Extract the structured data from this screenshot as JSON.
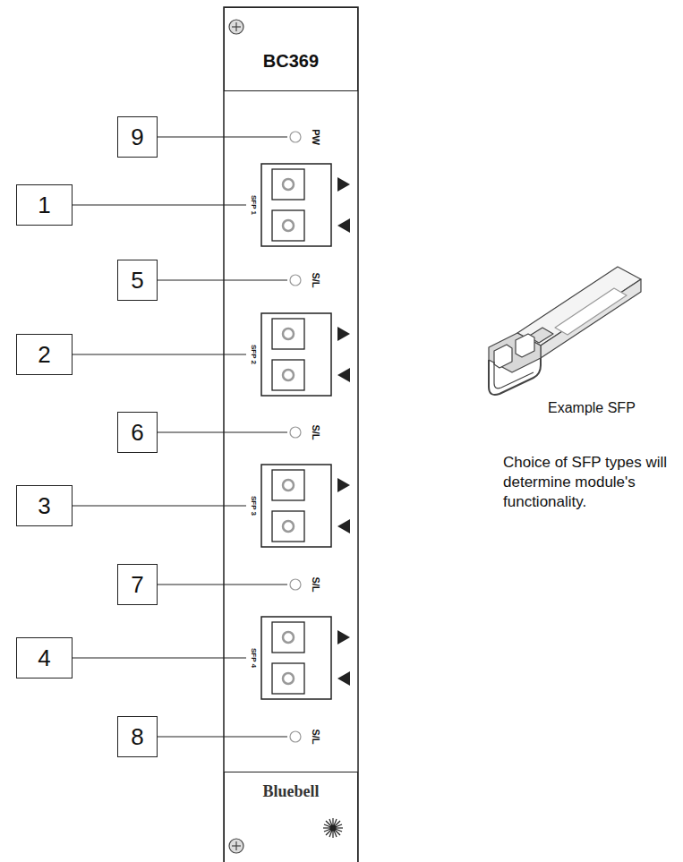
{
  "diagram": {
    "nodes": [
      {
        "text": [
          "BC369"
        ]
      },
      {
        "text": [
          "9"
        ]
      },
      {
        "text": [
          "1"
        ]
      },
      {
        "text": [
          "5"
        ]
      },
      {
        "text": [
          "2"
        ]
      },
      {
        "text": [
          "6"
        ]
      },
      {
        "text": [
          "3"
        ]
      },
      {
        "text": [
          "7"
        ]
      },
      {
        "text": [
          "4"
        ]
      },
      {
        "text": [
          "8"
        ]
      },
      {
        "text": [
          "Bluebell"
        ]
      }
    ],
    "labels": [
      "PW",
      "SFP 1",
      "S/L",
      "SFP 2",
      "S/L",
      "SFP 3",
      "S/L",
      "SFP 4",
      "S/L",
      "Example SFP",
      "Choice of SFP types will determine module's functionality."
    ]
  }
}
